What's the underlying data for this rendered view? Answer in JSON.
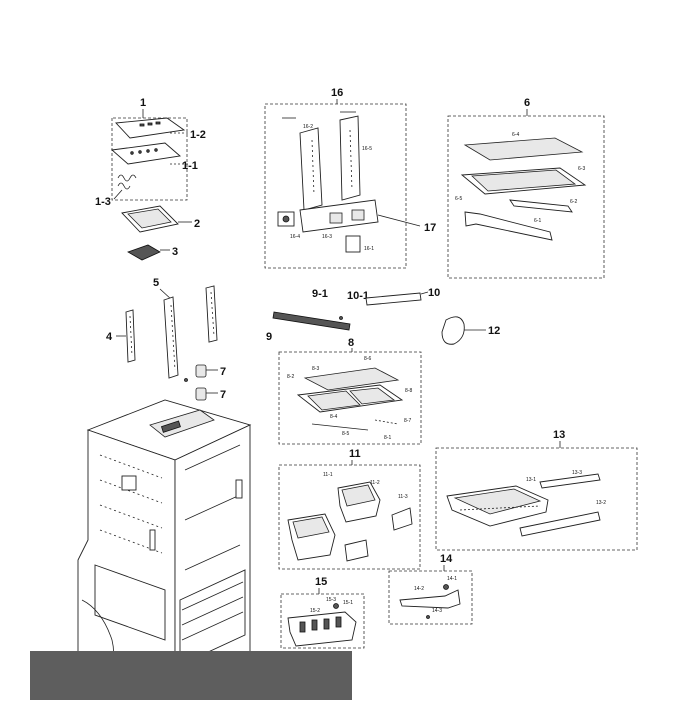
{
  "diagram": {
    "callouts": {
      "c1": "1",
      "c1_2": "1-2",
      "c1_1": "1-1",
      "c1_3": "1-3",
      "c2": "2",
      "c3": "3",
      "c4": "4",
      "c5": "5",
      "c7a": "7",
      "c7b": "7",
      "c16": "16",
      "c16_2": "16-2",
      "c16_3": "16-3",
      "c16_4": "16-4",
      "c16_5": "16-5",
      "c16_1": "16-1",
      "c17": "17",
      "c6": "6",
      "c6_4": "6-4",
      "c6_3": "6-3",
      "c6_5": "6-5",
      "c6_2": "6-2",
      "c6_1": "6-1",
      "c9_1": "9-1",
      "c9": "9",
      "c10_1": "10-1",
      "c10": "10",
      "c12": "12",
      "c8": "8",
      "c8_2": "8-2",
      "c8_6": "8-6",
      "c8_3": "8-3",
      "c8_8": "8-8",
      "c8_4": "8-4",
      "c8_7": "8-7",
      "c8_5": "8-5",
      "c8_1": "8-1",
      "c11": "11",
      "c11_1": "11-1",
      "c11_2": "11-2",
      "c11_3": "11-3",
      "c13": "13",
      "c13_1": "13-1",
      "c13_3": "13-3",
      "c13_2": "13-2",
      "c14": "14",
      "c14_1": "14-1",
      "c14_2": "14-2",
      "c14_3": "14-3",
      "c15": "15",
      "c15_1": "15-1",
      "c15_2": "15-2",
      "c15_3": "15-3"
    }
  }
}
